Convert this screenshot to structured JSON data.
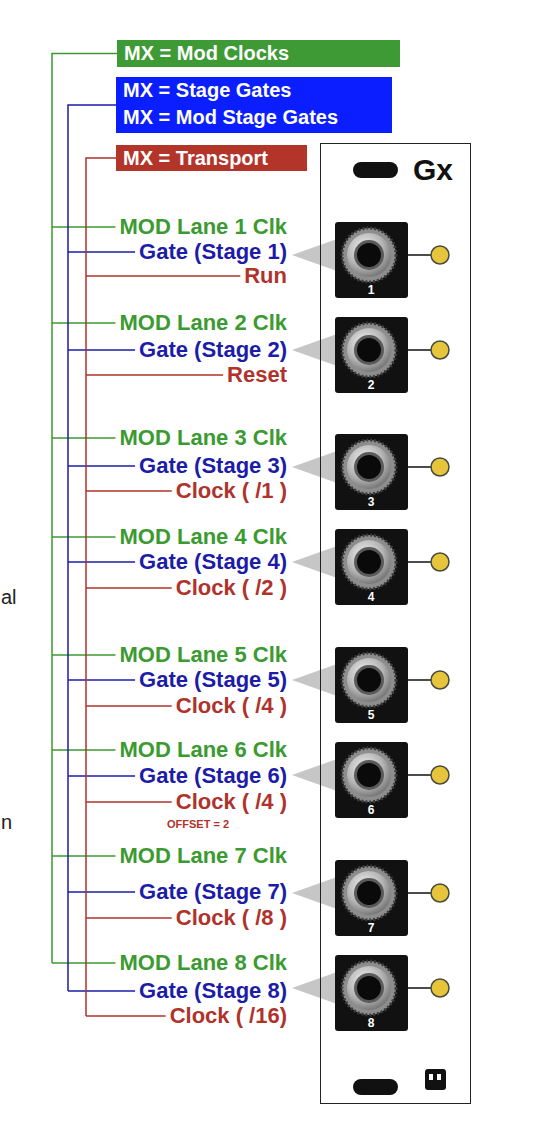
{
  "diagram": {
    "nodes": [
      {
        "text": [
          "MX = Mod Clocks"
        ]
      },
      {
        "text": [
          "MX = Stage Gates",
          "MX = Mod Stage Gates"
        ]
      },
      {
        "text": [
          "MX = Transport"
        ]
      },
      {
        "text": [
          "Gx"
        ]
      },
      {
        "text": [
          "1"
        ],
        "in": 3
      },
      {
        "text": [
          "2"
        ],
        "in": 3
      },
      {
        "text": [
          "3"
        ],
        "in": 3
      },
      {
        "text": [
          "4"
        ],
        "in": 3
      },
      {
        "text": [
          "5"
        ],
        "in": 3
      },
      {
        "text": [
          "6"
        ],
        "in": 3
      },
      {
        "text": [
          "7"
        ],
        "in": 3
      },
      {
        "text": [
          "8"
        ],
        "in": 3
      }
    ],
    "labels": [
      "MOD Lane 1 Clk",
      "Gate (Stage 1)",
      "Run",
      "MOD Lane 2 Clk",
      "Gate (Stage 2)",
      "Reset",
      "MOD Lane 3 Clk",
      "Gate (Stage 3)",
      "Clock ( /1 )",
      "MOD Lane 4 Clk",
      "Gate (Stage 4)",
      "Clock ( /2 )",
      "MOD Lane 5 Clk",
      "Gate (Stage 5)",
      "Clock ( /4 )",
      "MOD Lane 6 Clk",
      "Gate (Stage 6)",
      "Clock ( /4 )",
      "OFFSET = 2",
      "MOD Lane 7 Clk",
      "Gate (Stage 7)",
      "Clock ( /8 )",
      "MOD Lane 8 Clk",
      "Gate (Stage 8)",
      "Clock ( /16)",
      "al",
      "n"
    ]
  }
}
